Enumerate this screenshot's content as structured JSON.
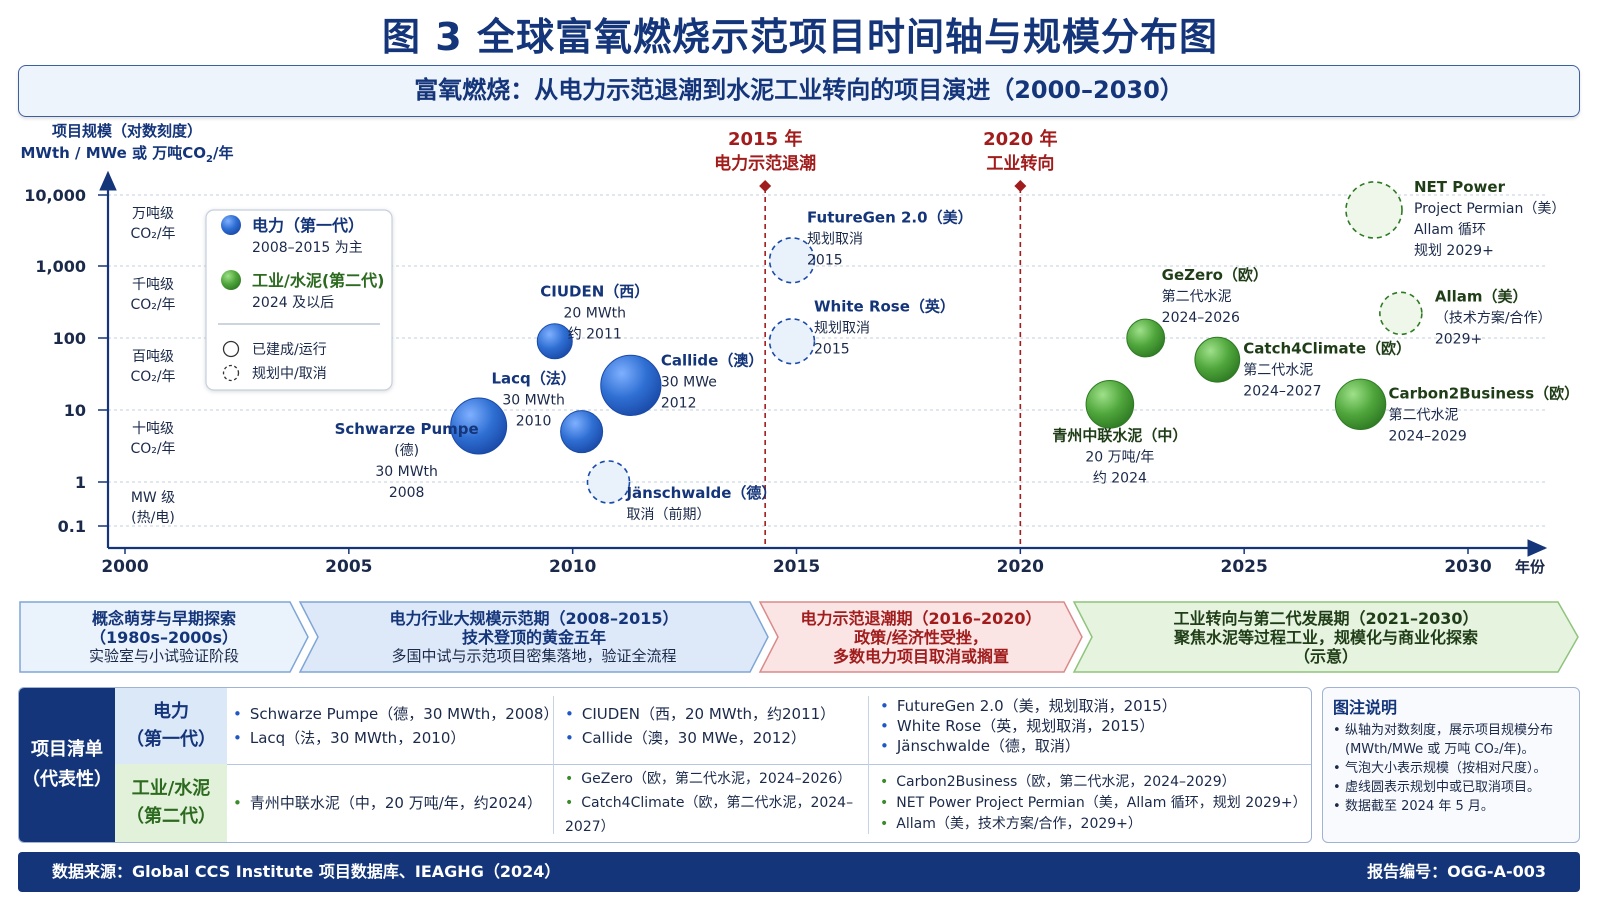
{
  "title": "图 3  全球富氧燃烧示范项目时间轴与规模分布图",
  "subtitle": "富氧燃烧：从电力示范退潮到水泥工业转向的项目演进（2000–2030）",
  "chart_data": {
    "type": "scatter",
    "x_range": [
      2000,
      2030
    ],
    "x_ticks": [
      "2000",
      "2005",
      "2010",
      "2015",
      "2020",
      "2025",
      "2030"
    ],
    "x_unit": "年份",
    "y_scale": "log",
    "y_ticks": [
      "10,000",
      "1,000",
      "100",
      "10",
      "1",
      "0.1"
    ],
    "ylabel_line1": "项目规模（对数刻度）",
    "ylabel_line2_pre": "MWth / MWe 或 万吨CO",
    "ylabel_line2_post": "/年",
    "y_bands": [
      {
        "line1": "万吨级",
        "line2": "CO₂/年"
      },
      {
        "line1": "千吨级",
        "line2": "CO₂/年"
      },
      {
        "line1": "百吨级",
        "line2": "CO₂/年"
      },
      {
        "line1": "十吨级",
        "line2": "CO₂/年"
      },
      {
        "line1": "MW 级",
        "line2": "(热/电)"
      }
    ],
    "milestones": [
      {
        "year": 2014.3,
        "label1": "2015 年",
        "label2": "电力示范退潮"
      },
      {
        "year": 2020,
        "label1": "2020 年",
        "label2": "工业转向"
      }
    ],
    "legend": {
      "placement": "upper-left",
      "power_title": "电力（第一代）",
      "power_sub": "2008–2015 为主",
      "industry_title": "工业/水泥(第二代)",
      "industry_sub": "2024 及以后",
      "built": "已建成/运行",
      "planned": "规划中/取消"
    },
    "colors": {
      "power": "#2f6fd3",
      "industry": "#4fa63b",
      "planned_fill": "#e9f2fb",
      "planned_fill_green": "#eef7ea",
      "milestone": "#a11d1d",
      "axis": "#14357a"
    },
    "series": [
      {
        "name": "电力（第一代）",
        "points": [
          {
            "label": "Schwarze Pumpe",
            "country": "(德)",
            "detail": "30 MWth",
            "year_text": "2008",
            "x": 2007.9,
            "y": 6,
            "size": 3,
            "status": "built"
          },
          {
            "label": "Lacq（法）",
            "country": "",
            "detail": "30 MWth",
            "year_text": "2010",
            "x": 2010.2,
            "y": 5,
            "size": 2,
            "status": "built"
          },
          {
            "label": "CIUDEN（西）",
            "country": "",
            "detail": "20 MWth",
            "year_text": "约 2011",
            "x": 2009.6,
            "y": 90,
            "size": 1.5,
            "status": "built"
          },
          {
            "label": "Callide（澳）",
            "country": "",
            "detail": "30 MWe",
            "year_text": "2012",
            "x": 2011.3,
            "y": 22,
            "size": 3.3,
            "status": "built"
          },
          {
            "label": "Jänschwalde（德）",
            "country": "",
            "detail": "取消（前期）",
            "year_text": "",
            "x": 2010.8,
            "y": 1,
            "size": 2,
            "status": "planned"
          },
          {
            "label": "FutureGen 2.0（美）",
            "country": "",
            "detail": "规划取消",
            "year_text": "2015",
            "x": 2014.9,
            "y": 1200,
            "size": 2.2,
            "status": "planned"
          },
          {
            "label": "White Rose（英）",
            "country": "",
            "detail": "规划取消",
            "year_text": "2015",
            "x": 2014.9,
            "y": 90,
            "size": 2.2,
            "status": "planned"
          }
        ]
      },
      {
        "name": "工业/水泥（第二代）",
        "points": [
          {
            "label": "青州中联水泥（中）",
            "country": "",
            "detail": "20 万吨/年",
            "year_text": "约 2024",
            "x": 2022,
            "y": 12,
            "size": 2.4,
            "status": "built"
          },
          {
            "label": "GeZero（欧）",
            "country": "",
            "detail": "第二代水泥",
            "year_text": "2024–2026",
            "x": 2022.8,
            "y": 100,
            "size": 1.7,
            "status": "built"
          },
          {
            "label": "Catch4Climate（欧）",
            "country": "",
            "detail": "第二代水泥",
            "year_text": "2024–2027",
            "x": 2024.4,
            "y": 50,
            "size": 2.2,
            "status": "built"
          },
          {
            "label": "Carbon2Business（欧）",
            "country": "",
            "detail": "第二代水泥",
            "year_text": "2024–2029",
            "x": 2027.6,
            "y": 12,
            "size": 2.6,
            "status": "built"
          },
          {
            "label": "NET Power",
            "country": "Project Permian（美）",
            "detail": "Allam 循环",
            "year_text": "规划 2029+",
            "x": 2027.9,
            "y": 6000,
            "size": 3,
            "status": "planned"
          },
          {
            "label": "Allam（美）",
            "country": "",
            "detail": "（技术方案/合作）",
            "year_text": "2029+",
            "x": 2028.5,
            "y": 220,
            "size": 2,
            "status": "planned"
          }
        ]
      }
    ]
  },
  "phases": [
    {
      "title": "概念萌芽与早期探索",
      "line2": "（1980s–2000s）",
      "line3": "实验室与小试验证阶段"
    },
    {
      "title": "电力行业大规模示范期（2008–2015）",
      "line2": "技术登顶的黄金五年",
      "line3": "多国中试与示范项目密集落地，验证全流程"
    },
    {
      "title": "电力示范退潮期（2016–2020）",
      "line2": "政策/经济性受挫，",
      "line3": "多数电力项目取消或搁置"
    },
    {
      "title": "工业转向与第二代发展期（2021–2030）",
      "line2": "聚焦水泥等过程工业，规模化与商业化探索",
      "line3": "（示意）"
    }
  ],
  "table": {
    "head_line1": "项目清单",
    "head_line2": "（代表性）",
    "rows": [
      {
        "label1": "电力",
        "label2": "（第一代）",
        "cols": [
          [
            "Schwarze Pumpe（德，30 MWth，2008）",
            "Lacq（法，30 MWth，2010）"
          ],
          [
            "CIUDEN（西，20 MWth，约2011）",
            "Callide（澳，30 MWe，2012）"
          ],
          [
            "FutureGen 2.0（美，规划取消，2015）",
            "White Rose（英，规划取消，2015）",
            "Jänschwalde（德，取消）"
          ]
        ]
      },
      {
        "label1": "工业/水泥",
        "label2": "（第二代）",
        "cols": [
          [
            "青州中联水泥（中，20 万吨/年，约2024）"
          ],
          [
            "GeZero（欧，第二代水泥，2024–2026）",
            "Catch4Climate（欧，第二代水泥，2024–2027）"
          ],
          [
            "Carbon2Business（欧，第二代水泥，2024–2029）",
            "NET Power Project Permian（美，Allam 循环，规划 2029+）",
            "Allam（美，技术方案/合作，2029+）"
          ]
        ]
      }
    ]
  },
  "notes": {
    "title": "图注说明",
    "items": [
      "纵轴为对数刻度，展示项目规模分布",
      "(MWth/MWe 或 万吨 CO₂/年)。",
      "气泡大小表示规模（按相对尺度）。",
      "虚线圆表示规划中或已取消项目。",
      "数据截至 2024 年 5 月。"
    ]
  },
  "footer": {
    "source": "数据来源：Global CCS Institute 项目数据库、IEAGHG（2024）",
    "report": "报告编号：OGG-A-003"
  }
}
